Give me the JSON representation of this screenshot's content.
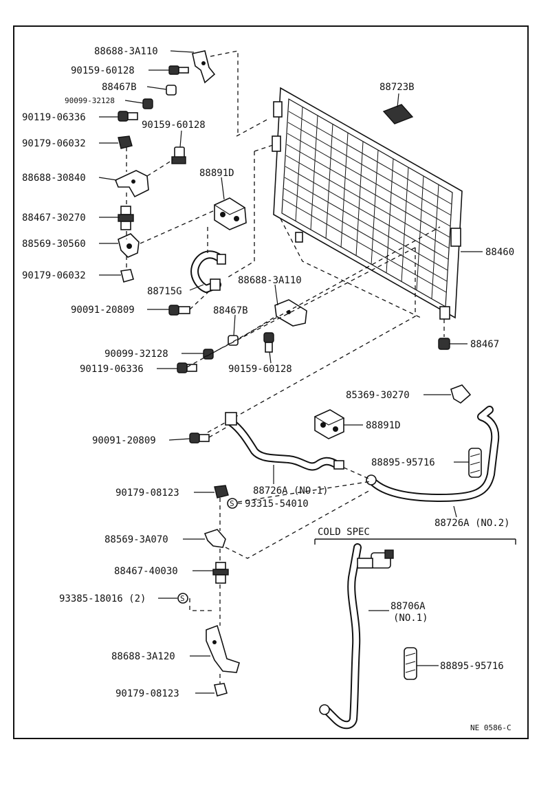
{
  "diagram": {
    "section_label": "COLD SPEC",
    "footer_code": "NE 0586-C",
    "labels": [
      {
        "id": "l1",
        "text": "88688-3A110"
      },
      {
        "id": "l2",
        "text": "90159-60128"
      },
      {
        "id": "l3",
        "text": "88467B"
      },
      {
        "id": "l4",
        "text": "90099-32128"
      },
      {
        "id": "l5",
        "text": "90119-06336"
      },
      {
        "id": "l6",
        "text": "90159-60128"
      },
      {
        "id": "l7",
        "text": "90179-06032"
      },
      {
        "id": "l8",
        "text": "88688-30840"
      },
      {
        "id": "l9",
        "text": "88891D"
      },
      {
        "id": "l10",
        "text": "88467-30270"
      },
      {
        "id": "l11",
        "text": "88569-30560"
      },
      {
        "id": "l12",
        "text": "90179-06032"
      },
      {
        "id": "l13",
        "text": "88715G"
      },
      {
        "id": "l14",
        "text": "88688-3A110"
      },
      {
        "id": "l15",
        "text": "90091-20809"
      },
      {
        "id": "l16",
        "text": "88467B"
      },
      {
        "id": "l17",
        "text": "90099-32128"
      },
      {
        "id": "l18",
        "text": "90119-06336"
      },
      {
        "id": "l19",
        "text": "90159-60128"
      },
      {
        "id": "l20",
        "text": "88723B"
      },
      {
        "id": "l21",
        "text": "88460"
      },
      {
        "id": "l22",
        "text": "88467"
      },
      {
        "id": "l23",
        "text": "85369-30270"
      },
      {
        "id": "l24",
        "text": "88891D"
      },
      {
        "id": "l25",
        "text": "90091-20809"
      },
      {
        "id": "l26",
        "text": "88895-95716"
      },
      {
        "id": "l27",
        "text": "88726A (NO.1)"
      },
      {
        "id": "l28",
        "text": "90179-08123"
      },
      {
        "id": "l29",
        "text": "93315-54010"
      },
      {
        "id": "l30",
        "text": "88726A (NO.2)"
      },
      {
        "id": "l31",
        "text": "88569-3A070"
      },
      {
        "id": "l32",
        "text": "88467-40030"
      },
      {
        "id": "l33",
        "text": "88706A"
      },
      {
        "id": "l34",
        "text": "(NO.1)"
      },
      {
        "id": "l35",
        "text": "93385-18016 (2)"
      },
      {
        "id": "l36",
        "text": "88895-95716"
      },
      {
        "id": "l37",
        "text": "88688-3A120"
      },
      {
        "id": "l38",
        "text": "90179-08123"
      }
    ]
  }
}
